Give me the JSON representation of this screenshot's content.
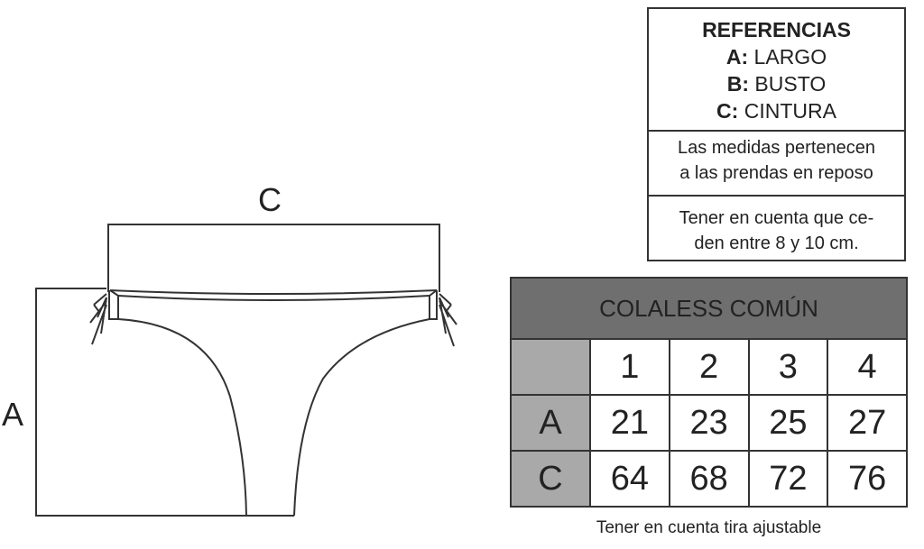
{
  "labels": {
    "c": "C",
    "a": "A"
  },
  "references": {
    "title": "REFERENCIAS",
    "items": [
      {
        "key": "A:",
        "text": " LARGO"
      },
      {
        "key": "B:",
        "text": " BUSTO"
      },
      {
        "key": "C:",
        "text": " CINTURA"
      }
    ],
    "note1_line1": "Las medidas pertenecen",
    "note1_line2": "a las prendas en reposo",
    "note2_line1": "Tener en cuenta que ce-",
    "note2_line2": "den entre 8 y 10 cm."
  },
  "table": {
    "title": "COLALESS COMÚN",
    "sizes": [
      "1",
      "2",
      "3",
      "4"
    ],
    "rows": [
      {
        "label": "A",
        "values": [
          "21",
          "23",
          "25",
          "27"
        ]
      },
      {
        "label": "C",
        "values": [
          "64",
          "68",
          "72",
          "76"
        ]
      }
    ]
  },
  "footer_note": "Tener en cuenta tira ajustable",
  "colors": {
    "header_dark": "#6f6f6f",
    "header_light": "#a9a9a9",
    "line": "#333333"
  }
}
